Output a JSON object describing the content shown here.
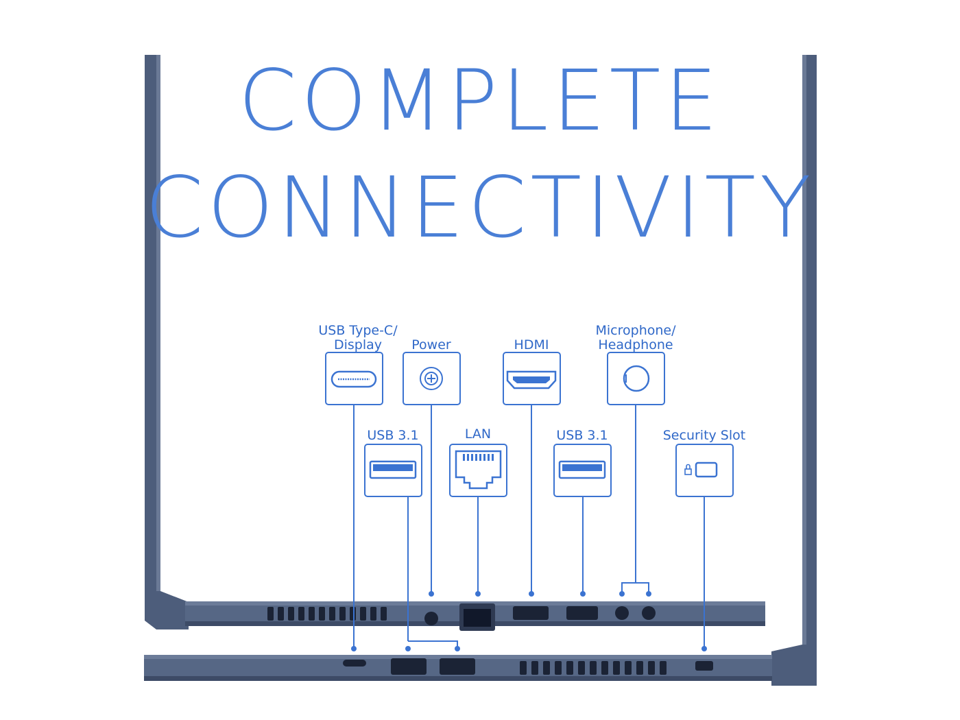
{
  "headline": {
    "line1": "COMPLETE",
    "line2": "CONNECTIVITY"
  },
  "ports": {
    "usb_c": {
      "label_line1": "USB Type-C/",
      "label_line2": "Display"
    },
    "power": {
      "label": "Power"
    },
    "hdmi": {
      "label": "HDMI"
    },
    "audio": {
      "label_line1": "Microphone/",
      "label_line2": "Headphone"
    },
    "usb31_left": {
      "label": "USB 3.1"
    },
    "lan": {
      "label": "LAN"
    },
    "usb31_right": {
      "label": "USB 3.1"
    },
    "security": {
      "label": "Security Slot"
    }
  },
  "colors": {
    "accent": "#3b73d1",
    "laptop": "#4e5e7c",
    "laptop_dark": "#2c3a55"
  }
}
